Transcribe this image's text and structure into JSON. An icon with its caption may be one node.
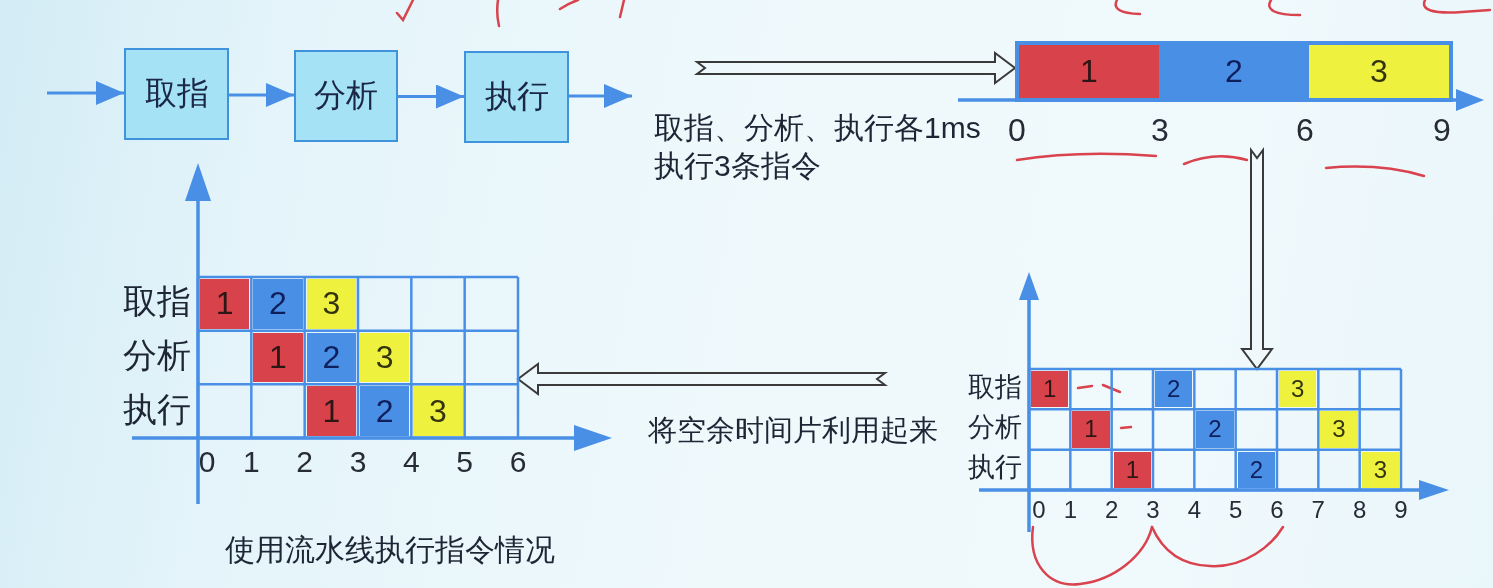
{
  "diagram": {
    "nodes": [
      {
        "text": [
          "取指"
        ]
      },
      {
        "text": [
          "分析"
        ]
      },
      {
        "text": [
          "执行"
        ]
      },
      {
        "text": [],
        "shape": "bar"
      },
      {
        "text": [
          "1"
        ],
        "in": 3
      },
      {
        "text": [
          "2"
        ],
        "in": 3
      },
      {
        "text": [
          "3"
        ],
        "in": 3
      },
      {
        "text": [
          "取指",
          "分析",
          "执行"
        ],
        "beside": [
          "使用流水线执行指令情况"
        ]
      },
      {
        "text": [
          "1"
        ],
        "in": 7
      },
      {
        "text": [
          "2"
        ],
        "in": 7
      },
      {
        "text": [
          "3"
        ],
        "in": 7
      },
      {
        "text": [
          "1"
        ],
        "in": 7
      },
      {
        "text": [
          "2"
        ],
        "in": 7
      },
      {
        "text": [
          "3"
        ],
        "in": 7
      },
      {
        "text": [
          "1"
        ],
        "in": 7
      },
      {
        "text": [
          "2"
        ],
        "in": 7
      },
      {
        "text": [
          "3"
        ],
        "in": 7
      },
      {
        "text": [
          "取指",
          "分析",
          "执行"
        ]
      },
      {
        "text": [
          "1"
        ],
        "in": 17
      },
      {
        "text": [
          "2"
        ],
        "in": 17
      },
      {
        "text": [
          "3"
        ],
        "in": 17
      },
      {
        "text": [
          "1"
        ],
        "in": 17
      },
      {
        "text": [
          "2"
        ],
        "in": 17
      },
      {
        "text": [
          "3"
        ],
        "in": 17
      },
      {
        "text": [
          "1"
        ],
        "in": 17
      },
      {
        "text": [
          "2"
        ],
        "in": 17
      },
      {
        "text": [
          "3"
        ],
        "in": 17
      }
    ],
    "edges": [
      {
        "from": null,
        "to": 0,
        "arrow": "to"
      },
      {
        "from": 0,
        "to": 1,
        "arrow": "to"
      },
      {
        "from": 1,
        "to": 2,
        "arrow": "to"
      },
      {
        "from": 2,
        "to": null,
        "arrow": "to"
      },
      {
        "from": null,
        "to": 3,
        "arrow": "to",
        "label": "取指、分析、执行各1ms执行3条指令",
        "style": "thick",
        "color": "#3a3a3a"
      },
      {
        "from": null,
        "to": 17,
        "arrow": "to",
        "style": "thick",
        "color": "#3a3a3a"
      },
      {
        "from": null,
        "to": 7,
        "arrow": "to",
        "label": "将空余时间片利用起来",
        "style": "thick",
        "color": "#3a3a3a"
      }
    ],
    "labels": [
      "0",
      "3",
      "6",
      "9",
      "0",
      "1",
      "2",
      "3",
      "4",
      "5",
      "6",
      "0",
      "1",
      "2",
      "3",
      "4",
      "5",
      "6",
      "7",
      "8",
      "9"
    ]
  }
}
